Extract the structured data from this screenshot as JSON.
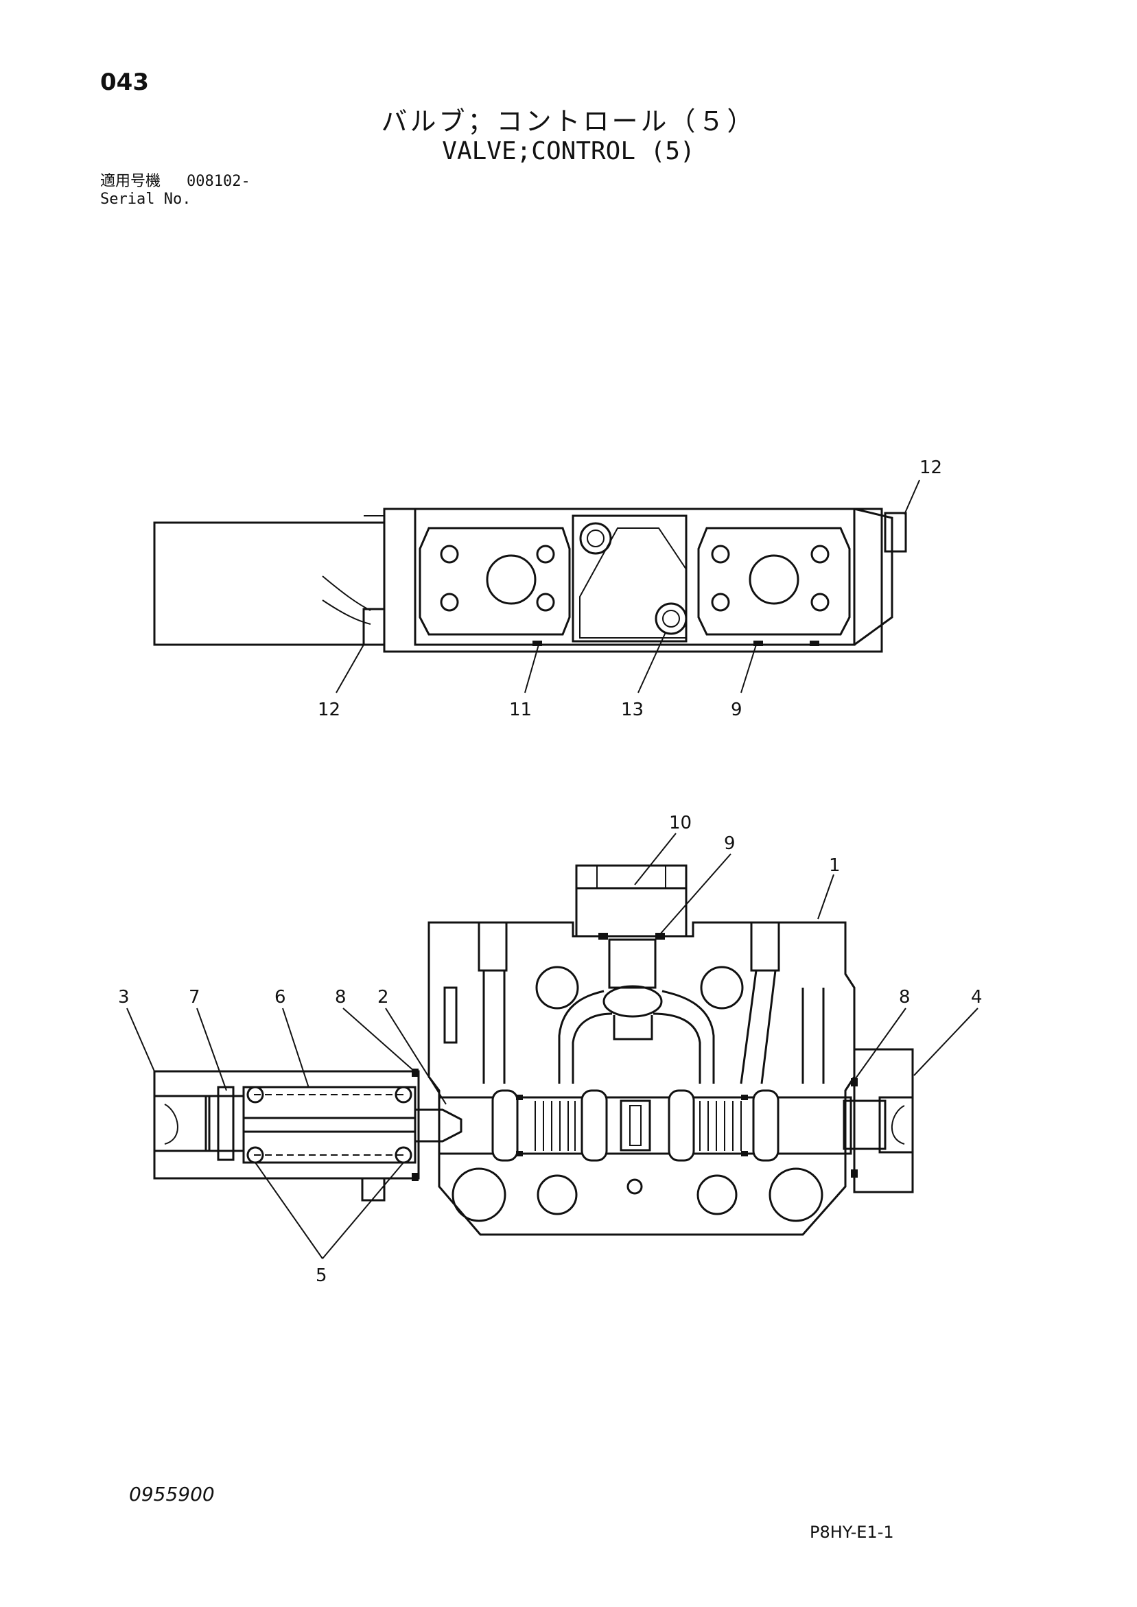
{
  "header": {
    "page_number": "043",
    "title_jp": "バルブ；コントロール（５）",
    "title_en": "VALVE;CONTROL (5)",
    "serial_label_jp": "適用号機",
    "serial_value": "008102-",
    "serial_label_en": "Serial No."
  },
  "footer": {
    "document_number": "0955900",
    "sheet_code": "P8HY-E1-1"
  },
  "diagram": {
    "top_view_callouts": [
      "12",
      "12",
      "11",
      "13",
      "9"
    ],
    "section_view_callouts": [
      "10",
      "9",
      "1",
      "3",
      "7",
      "6",
      "8",
      "2",
      "8",
      "4",
      "5"
    ]
  }
}
